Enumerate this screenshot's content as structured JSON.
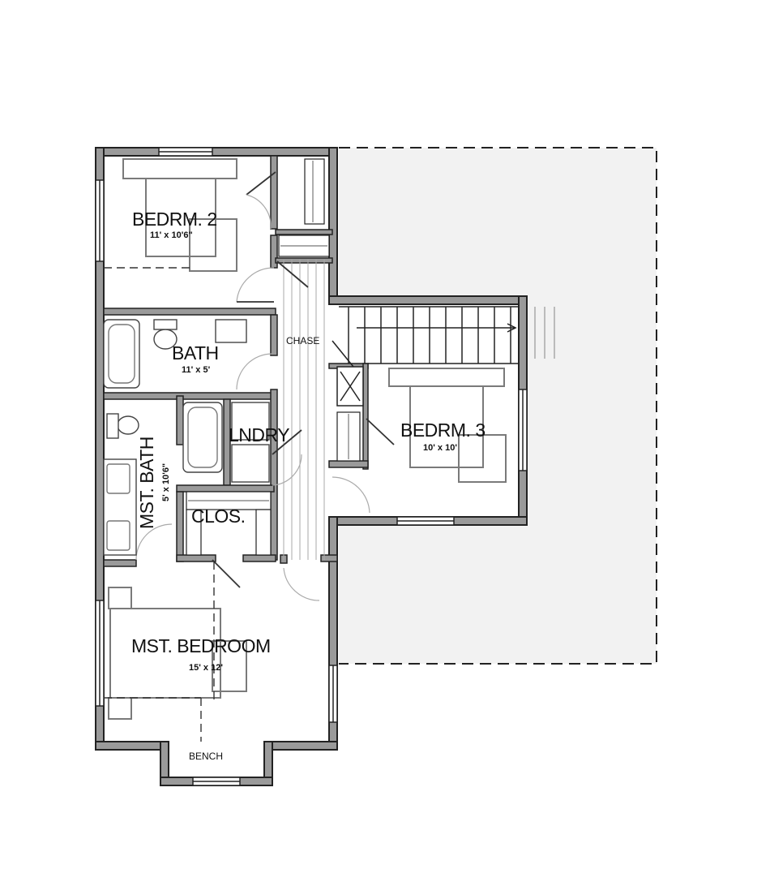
{
  "colors": {
    "wall": "#222222",
    "wall_fill": "#9a9a9a",
    "fixture": "#888888",
    "outline_gray": "#7a7a7a",
    "patio_fill": "#f2f2f2",
    "dash": "#222222"
  },
  "rooms": {
    "bedroom2": {
      "name": "BEDRM. 2",
      "size": "11' x 10'6\""
    },
    "bath": {
      "name": "BATH",
      "size": "11' x 5'"
    },
    "master_bath": {
      "name": "MST. BATH",
      "size": "5' x 10'6\""
    },
    "laundry": {
      "name": "LNDRY"
    },
    "closet": {
      "name": "CLOS."
    },
    "bedroom3": {
      "name": "BEDRM. 3",
      "size": "10' x 10'"
    },
    "master_bedroom": {
      "name": "MST. BEDROOM",
      "size": "15' x 12'"
    }
  },
  "labels": {
    "chase": "CHASE",
    "bench": "BENCH"
  }
}
